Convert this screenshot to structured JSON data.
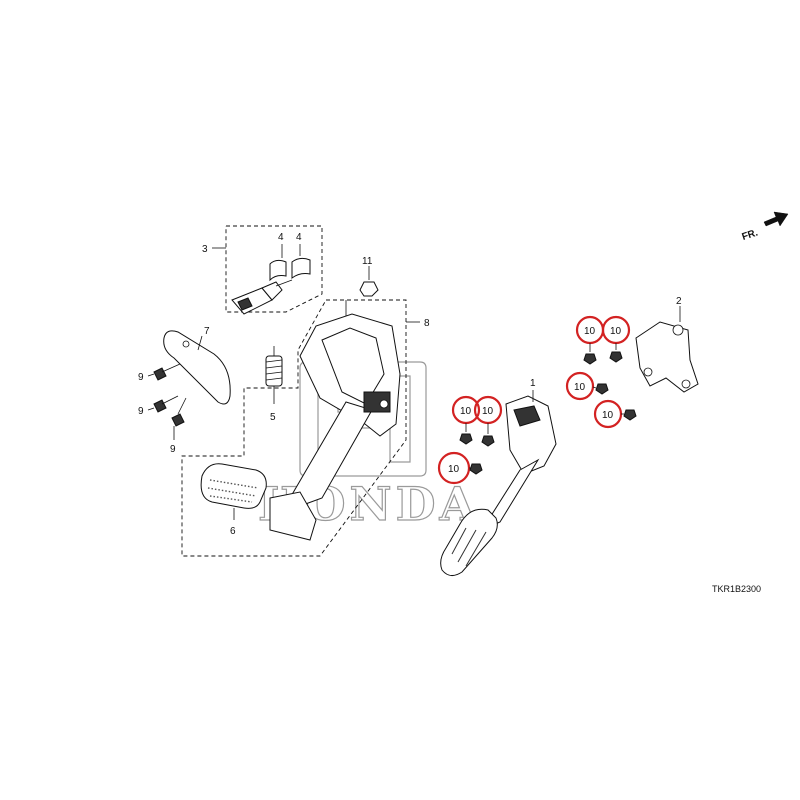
{
  "diagram": {
    "code": "TKR1B2300",
    "direction_label": "FR.",
    "watermark": "HONDA",
    "part_labels": {
      "p1": "1",
      "p2": "2",
      "p3": "3",
      "p4a": "4",
      "p4b": "4",
      "p5": "5",
      "p6": "6",
      "p7": "7",
      "p8": "8",
      "p9a": "9",
      "p9b": "9",
      "p9c": "9",
      "p11": "11"
    },
    "highlighted_callouts": [
      {
        "label": "10"
      },
      {
        "label": "10"
      },
      {
        "label": "10"
      },
      {
        "label": "10"
      },
      {
        "label": "10"
      },
      {
        "label": "10"
      },
      {
        "label": "10"
      }
    ],
    "colors": {
      "highlight": "#d32222",
      "watermark": "#9a9a9a",
      "line": "#111111"
    }
  }
}
